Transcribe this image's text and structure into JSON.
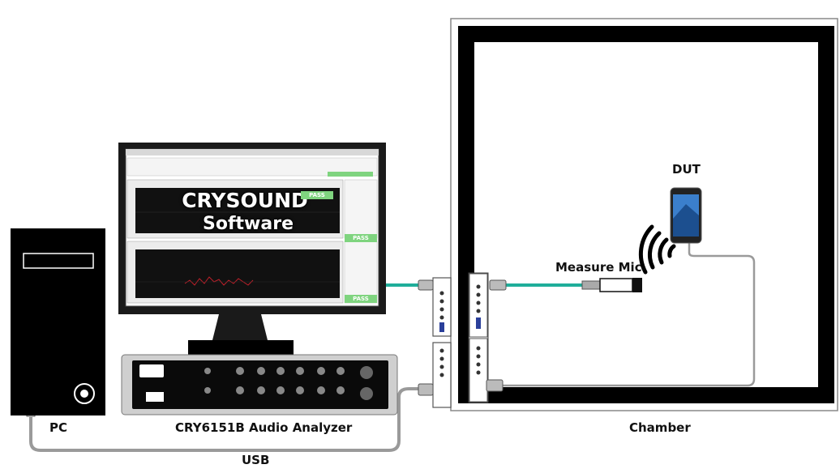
{
  "labels": {
    "dut": "DUT",
    "measure_mic": "Measure Mic",
    "pc": "PC",
    "analyzer": "CRY6151B Audio Analyzer",
    "chamber": "Chamber",
    "usb": "USB"
  },
  "software": {
    "line1": "CRYSOUND",
    "line2": "Software",
    "pass_label": "PASS"
  },
  "colors": {
    "cable_teal": "#1fae9a",
    "cable_gray": "#9a9a9a",
    "pass_green": "#7fd47f",
    "plot_background": "#111111",
    "plot_trace": "#c0202a"
  }
}
